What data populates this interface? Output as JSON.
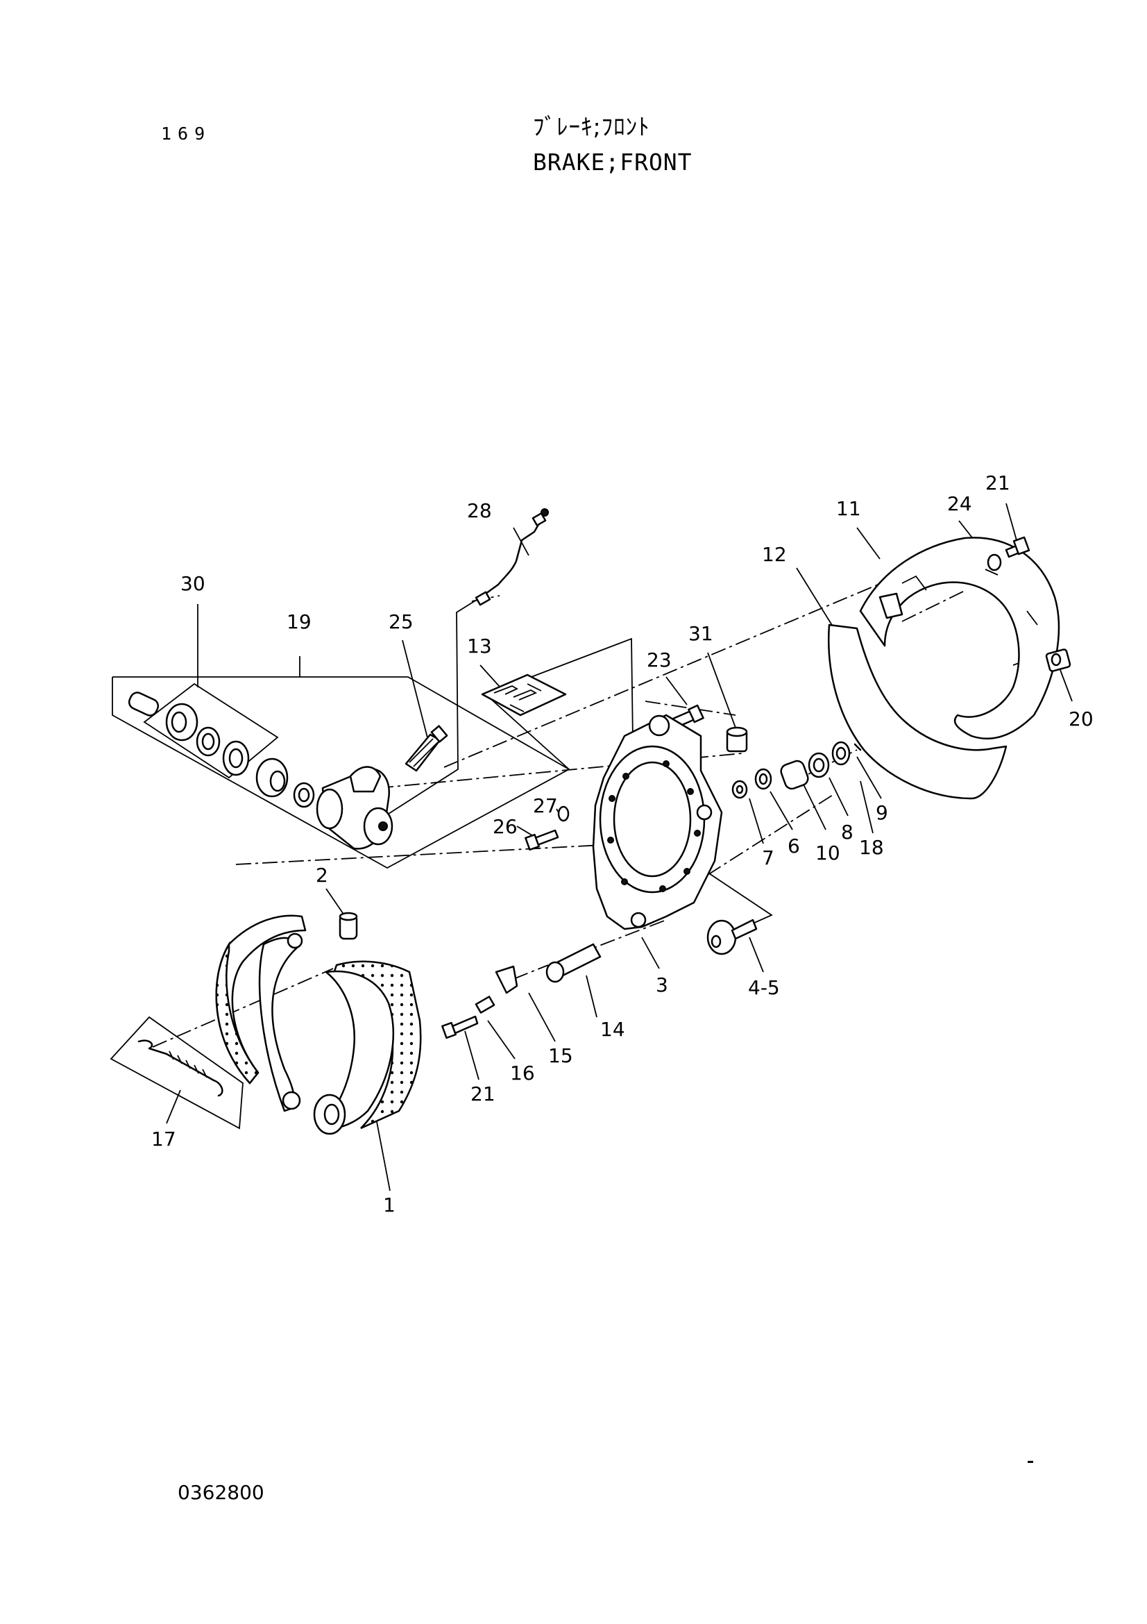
{
  "header": {
    "page_number": "169",
    "title_japanese": "ﾌﾞﾚｰｷ;ﾌﾛﾝﾄ",
    "title_english": "BRAKE;FRONT"
  },
  "footer": {
    "document_code": "0362800"
  },
  "diagram": {
    "part_labels": [
      "28",
      "30",
      "19",
      "25",
      "13",
      "31",
      "23",
      "12",
      "11",
      "24",
      "21",
      "20",
      "27",
      "26",
      "7",
      "6",
      "10",
      "8",
      "18",
      "9",
      "2",
      "3",
      "4-5",
      "14",
      "15",
      "16",
      "21",
      "17",
      "1"
    ]
  }
}
